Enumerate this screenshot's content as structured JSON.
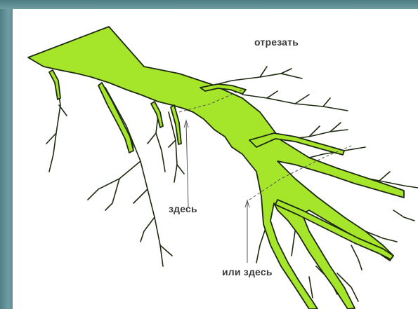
{
  "labels": {
    "cut": "отрезать",
    "here": "здесь",
    "or_here": "или здесь"
  },
  "colors": {
    "root_fill": "#a6e62a",
    "root_stroke": "#1e2a10",
    "frame": "#5f8f95",
    "panel": "#ffffff",
    "dash": "#555555"
  }
}
